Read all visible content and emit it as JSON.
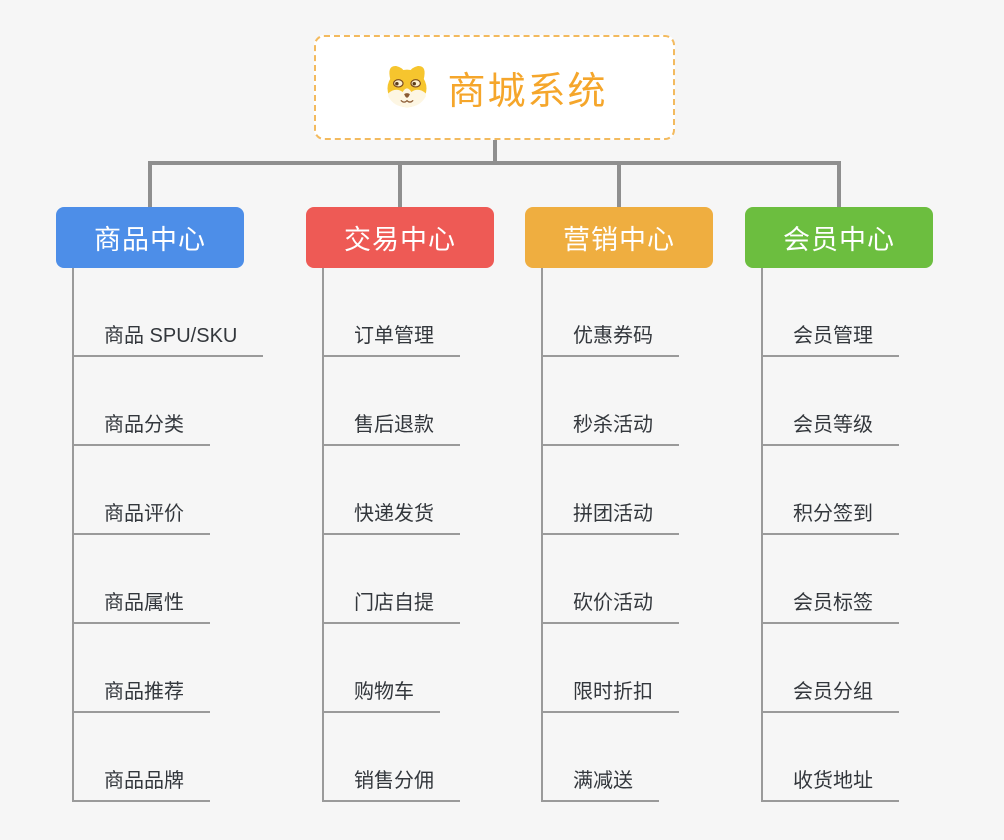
{
  "root": {
    "title": "商城系统",
    "icon": "shiba-dog-icon"
  },
  "colors": {
    "root_accent": "#f5a62b",
    "root_border": "#f3ba5e",
    "connector": "#8f8f8f",
    "underline": "#9a9a9a",
    "item_text": "#33373c",
    "background": "#f6f6f6"
  },
  "branches": [
    {
      "label": "商品中心",
      "color": "#4d8ee8",
      "items": [
        "商品 SPU/SKU",
        "商品分类",
        "商品评价",
        "商品属性",
        "商品推荐",
        "商品品牌"
      ]
    },
    {
      "label": "交易中心",
      "color": "#ee5a55",
      "items": [
        "订单管理",
        "售后退款",
        "快递发货",
        "门店自提",
        "购物车",
        "销售分佣"
      ]
    },
    {
      "label": "营销中心",
      "color": "#efae40",
      "items": [
        "优惠券码",
        "秒杀活动",
        "拼团活动",
        "砍价活动",
        "限时折扣",
        "满减送"
      ]
    },
    {
      "label": "会员中心",
      "color": "#6cbe3f",
      "items": [
        "会员管理",
        "会员等级",
        "积分签到",
        "会员标签",
        "会员分组",
        "收货地址"
      ]
    }
  ]
}
